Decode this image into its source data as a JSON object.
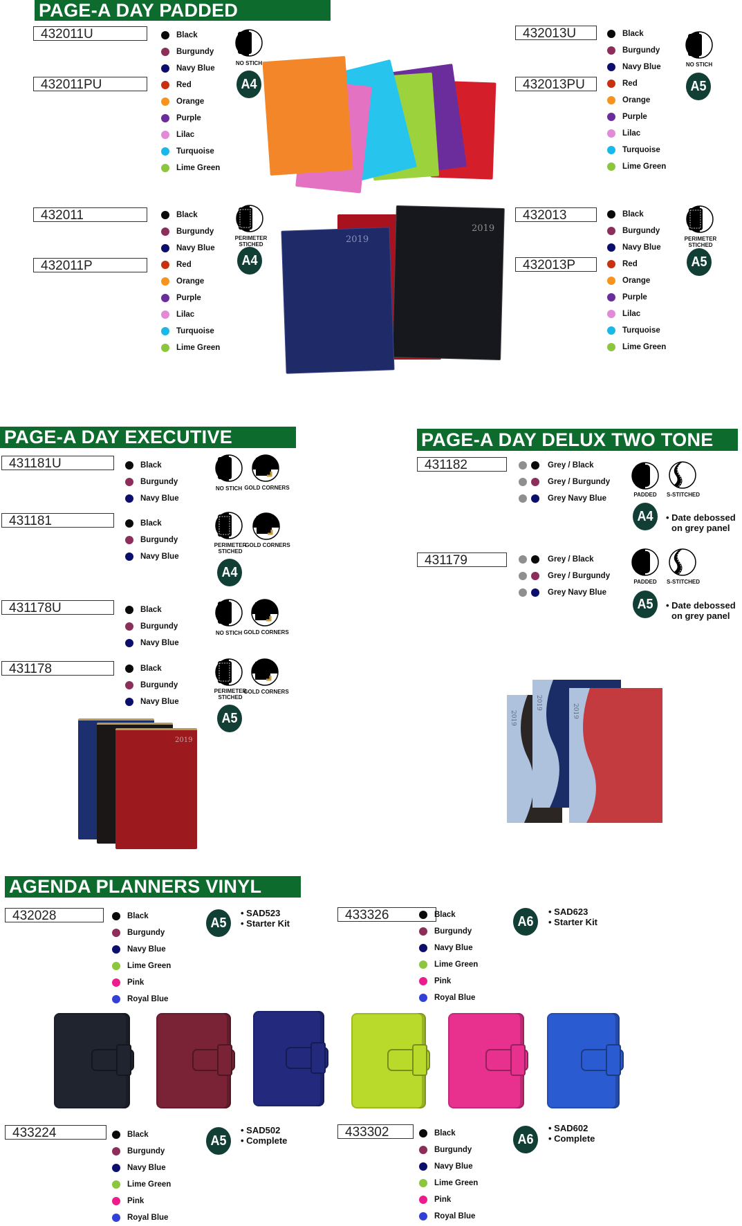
{
  "colors": {
    "banner": "#0d6b2e",
    "size_badge": "#123f35",
    "Black": "#0a0a0a",
    "Burgundy": "#8b2e5a",
    "Navy Blue": "#0b0f6b",
    "Red": "#c8310f",
    "Orange": "#f7941d",
    "Purple": "#6a2d9b",
    "Lilac": "#e28ad8",
    "Turquoise": "#1ab8e8",
    "Lime Green": "#8cc63f",
    "Pink": "#ec1c8c",
    "Royal Blue": "#3340d6",
    "Grey": "#8f8f8f"
  },
  "sections": {
    "padded": {
      "title": "PAGE-A DAY PADDED"
    },
    "executive": {
      "title": "PAGE-A DAY EXECUTIVE"
    },
    "delux": {
      "title": "PAGE-A DAY DELUX TWO TONE"
    },
    "agenda": {
      "title": "AGENDA PLANNERS VINYL"
    }
  },
  "padded": {
    "g1": {
      "codes": [
        "432011U",
        "432011PU"
      ],
      "icon_label": "NO STICH",
      "size": "A4",
      "colors": [
        "Black",
        "Burgundy",
        "Navy Blue",
        "Red",
        "Orange",
        "Purple",
        "Lilac",
        "Turquoise",
        "Lime Green"
      ]
    },
    "g2": {
      "codes": [
        "432013U",
        "432013PU"
      ],
      "icon_label": "NO STICH",
      "size": "A5",
      "colors": [
        "Black",
        "Burgundy",
        "Navy Blue",
        "Red",
        "Orange",
        "Purple",
        "Lilac",
        "Turquoise",
        "Lime Green"
      ]
    },
    "g3": {
      "codes": [
        "432011",
        "432011P"
      ],
      "icon_label": "PERIMETER STICHED",
      "size": "A4",
      "colors": [
        "Black",
        "Burgundy",
        "Navy Blue",
        "Red",
        "Orange",
        "Purple",
        "Lilac",
        "Turquoise",
        "Lime Green"
      ]
    },
    "g4": {
      "codes": [
        "432013",
        "432013P"
      ],
      "icon_label": "PERIMETER STICHED",
      "size": "A5",
      "colors": [
        "Black",
        "Burgundy",
        "Navy Blue",
        "Red",
        "Orange",
        "Purple",
        "Lilac",
        "Turquoise",
        "Lime Green"
      ]
    },
    "year_a": "2019",
    "year_b": "2019"
  },
  "executive": {
    "items": [
      {
        "code": "431181U",
        "colors": [
          "Black",
          "Burgundy",
          "Navy Blue"
        ],
        "icon_label": "NO STICH",
        "corner_label": "GOLD CORNERS"
      },
      {
        "code": "431181",
        "colors": [
          "Black",
          "Burgundy",
          "Navy Blue"
        ],
        "icon_label": "PERIMETER STICHED",
        "corner_label": "GOLD CORNERS"
      },
      {
        "code": "431178U",
        "colors": [
          "Black",
          "Burgundy",
          "Navy Blue"
        ],
        "icon_label": "NO STICH",
        "corner_label": "GOLD CORNERS"
      },
      {
        "code": "431178",
        "colors": [
          "Black",
          "Burgundy",
          "Navy Blue"
        ],
        "icon_label": "PERIMETER STICHED",
        "corner_label": "GOLD CORNERS"
      }
    ],
    "size_a": "A4",
    "size_b": "A5",
    "year": "2019"
  },
  "delux": {
    "items": [
      {
        "code": "431182",
        "size": "A4",
        "options": [
          {
            "label": "Grey / Black",
            "c": "Black"
          },
          {
            "label": "Grey / Burgundy",
            "c": "Burgundy"
          },
          {
            "label": "Grey  Navy Blue",
            "c": "Navy Blue"
          }
        ],
        "icon1": "PADDED",
        "icon2": "S-STITCHED",
        "bullet1": "• Date debossed",
        "bullet2": "on grey panel"
      },
      {
        "code": "431179",
        "size": "A5",
        "options": [
          {
            "label": "Grey / Black",
            "c": "Black"
          },
          {
            "label": "Grey / Burgundy",
            "c": "Burgundy"
          },
          {
            "label": "Grey  Navy Blue",
            "c": "Navy Blue"
          }
        ],
        "icon1": "PADDED",
        "icon2": "S-STITCHED",
        "bullet1": "• Date debossed",
        "bullet2": "on grey panel"
      }
    ],
    "spine_year": "2019"
  },
  "agenda": {
    "items": [
      {
        "code": "432028",
        "size": "A5",
        "bullet1": "• SAD523",
        "bullet2": "• Starter Kit",
        "colors": [
          "Black",
          "Burgundy",
          "Navy Blue",
          "Lime Green",
          "Pink",
          "Royal Blue"
        ]
      },
      {
        "code": "433326",
        "size": "A6",
        "bullet1": "• SAD623",
        "bullet2": "• Starter Kit",
        "colors": [
          "Black",
          "Burgundy",
          "Navy Blue",
          "Lime Green",
          "Pink",
          "Royal Blue"
        ]
      },
      {
        "code": "433224",
        "size": "A5",
        "bullet1": "• SAD502",
        "bullet2": "• Complete",
        "colors": [
          "Black",
          "Burgundy",
          "Navy Blue",
          "Lime Green",
          "Pink",
          "Royal Blue"
        ]
      },
      {
        "code": "433302",
        "size": "A6",
        "bullet1": "• SAD602",
        "bullet2": "• Complete",
        "colors": [
          "Black",
          "Burgundy",
          "Navy Blue",
          "Lime Green",
          "Pink",
          "Royal Blue"
        ]
      }
    ],
    "planner_colors": [
      "#20242e",
      "#7a2236",
      "#232a7e",
      "#b9da2a",
      "#e8318f",
      "#2a5bd0"
    ]
  }
}
